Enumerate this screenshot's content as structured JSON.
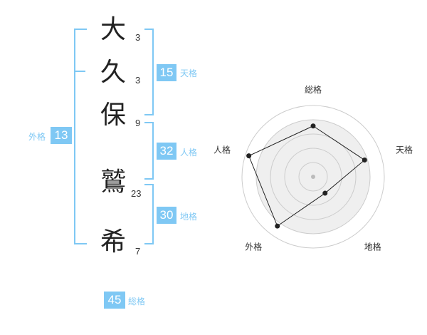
{
  "name_chars": [
    {
      "char": "大",
      "strokes": "3"
    },
    {
      "char": "久",
      "strokes": "3"
    },
    {
      "char": "保",
      "strokes": "9"
    },
    {
      "char": "鷲",
      "strokes": "23"
    },
    {
      "char": "希",
      "strokes": "7"
    }
  ],
  "scores": {
    "tenkaku": {
      "value": "15",
      "label": "天格"
    },
    "jinkaku": {
      "value": "32",
      "label": "人格"
    },
    "chikaku": {
      "value": "30",
      "label": "地格"
    },
    "gaikaku": {
      "value": "13",
      "label": "外格"
    },
    "soukaku": {
      "value": "45",
      "label": "総格"
    }
  },
  "chart_data": {
    "type": "radar",
    "axes": [
      "総格",
      "天格",
      "地格",
      "外格",
      "人格"
    ],
    "values": [
      0.75,
      0.8,
      0.3,
      0.9,
      1.0
    ],
    "range": [
      0,
      1
    ],
    "rings": 4,
    "colors": {
      "fill": "#efefef",
      "line": "#222222",
      "ring": "#cccccc",
      "accent": "#7fc8f4"
    }
  }
}
